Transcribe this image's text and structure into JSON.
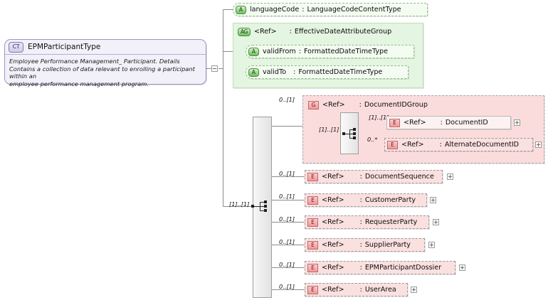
{
  "diagram": {
    "title": "EPMParticipantType XSD structure diagram",
    "colors": {
      "attribute_fill": "#f4fcf2",
      "attribute_group_fill": "#e4f5e1",
      "element_fill": "#fbe0e0",
      "group_fill": "#fbdcdc",
      "complextype_fill": "#f2f1f9",
      "bar_fill": "#efefef"
    }
  },
  "complex_type": {
    "icon": "CT",
    "name": "EPMParticipantType",
    "documentation_line1": "Employee Performance Management_ Participant. Details",
    "documentation_line2": "Contains a collection of data relevant to enrolling a participant within an",
    "documentation_line3": "employee performance management program."
  },
  "attributes": [
    {
      "icon": "A",
      "name": "languageCode",
      "separator": ":",
      "type": "LanguageCodeContentType"
    }
  ],
  "attribute_group": {
    "icon": "AG",
    "ref": "<Ref>",
    "separator": ":",
    "name": "EffectiveDateAttributeGroup",
    "members": [
      {
        "icon": "A",
        "name": "validFrom",
        "separator": ":",
        "type": "FormattedDateTimeType"
      },
      {
        "icon": "A",
        "name": "validTo",
        "separator": ":",
        "type": "FormattedDateTimeType"
      }
    ]
  },
  "sequence": {
    "cardinality": "[1]..[1]",
    "compositor": "sequence"
  },
  "group_block": {
    "cardinality": "0..[1]",
    "icon": "G",
    "ref": "<Ref>",
    "separator": ":",
    "name": "DocumentIDGroup",
    "inner_sequence_cardinality": "[1]..[1]",
    "children": [
      {
        "cardinality": "[1]..[1]",
        "icon": "E",
        "ref": "<Ref>",
        "separator": ":",
        "name": "DocumentID",
        "expand": "+",
        "dashed": false
      },
      {
        "cardinality": "0..*",
        "icon": "E",
        "ref": "<Ref>",
        "separator": ":",
        "name": "AlternateDocumentID",
        "expand": "+",
        "dashed": true
      }
    ]
  },
  "elements": [
    {
      "cardinality": "0..[1]",
      "icon": "E",
      "ref": "<Ref>",
      "separator": ":",
      "name": "DocumentSequence",
      "expand": "+"
    },
    {
      "cardinality": "0..[1]",
      "icon": "E",
      "ref": "<Ref>",
      "separator": ":",
      "name": "CustomerParty",
      "expand": "+"
    },
    {
      "cardinality": "0..[1]",
      "icon": "E",
      "ref": "<Ref>",
      "separator": ":",
      "name": "RequesterParty",
      "expand": "+"
    },
    {
      "cardinality": "0..[1]",
      "icon": "E",
      "ref": "<Ref>",
      "separator": ":",
      "name": "SupplierParty",
      "expand": "+"
    },
    {
      "cardinality": "0..[1]",
      "icon": "E",
      "ref": "<Ref>",
      "separator": ":",
      "name": "EPMParticipantDossier",
      "expand": "+"
    },
    {
      "cardinality": "0..[1]",
      "icon": "E",
      "ref": "<Ref>",
      "separator": ":",
      "name": "UserArea",
      "expand": "+"
    }
  ]
}
